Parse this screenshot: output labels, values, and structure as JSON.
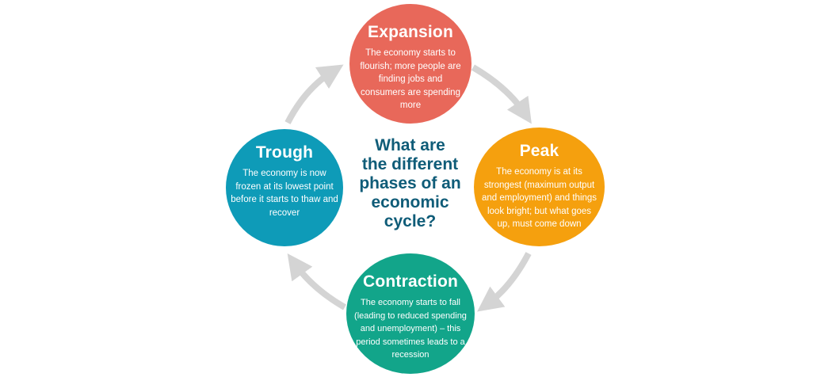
{
  "diagram": {
    "center_question": "What are the different phases of an economic cycle?",
    "center_question_lines": [
      "What are",
      "the different",
      "phases of an",
      "economic",
      "cycle?"
    ],
    "colors": {
      "expansion": "#E8685A",
      "peak": "#F5A00E",
      "contraction": "#12A58A",
      "trough": "#0E9BB8",
      "question_text": "#0F5C78",
      "arrows": "#D4D4D4"
    },
    "phases": {
      "expansion": {
        "title": "Expansion",
        "description": "The economy starts to flourish; more people are finding jobs and consumers are spending more"
      },
      "peak": {
        "title": "Peak",
        "description": "The economy is at its strongest (maximum output and employment) and things look bright; but what goes up, must come down"
      },
      "contraction": {
        "title": "Contraction",
        "description": "The economy starts to fall (leading to reduced spending and unemployment) – this period sometimes leads to a recession"
      },
      "trough": {
        "title": "Trough",
        "description": "The economy is now frozen at its lowest point before it starts to thaw and recover"
      }
    },
    "flow": [
      "expansion",
      "peak",
      "contraction",
      "trough"
    ]
  }
}
